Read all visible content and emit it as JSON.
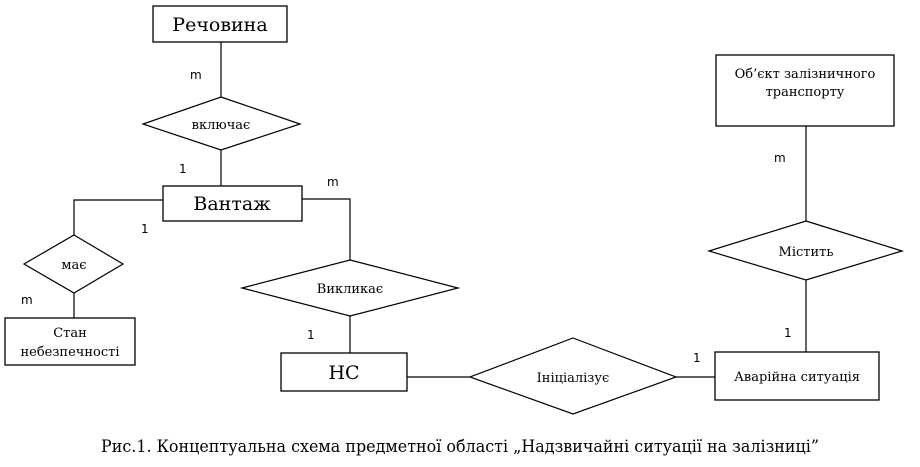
{
  "entities": {
    "rechovyna": "Речовина",
    "vantazh": "Вантаж",
    "stan_line1": "Стан",
    "stan_line2": "небезпечності",
    "ns": "НС",
    "obiekt_line1": "Об’єкт залізничного",
    "obiekt_line2": "транспорту",
    "avariina": "Аварійна ситуація"
  },
  "relationships": {
    "vkliuchaie": "включає",
    "maie": "має",
    "vyklykaie": "Викликає",
    "initsializuie": "Ініціалізує",
    "mistyt": "Містить"
  },
  "cardinalities": {
    "rechovyna_vkliuchaie": "m",
    "vkliuchaie_vantazh": "1",
    "vantazh_maie": "1",
    "maie_stan": "m",
    "vantazh_vyklykaie": "m",
    "vyklykaie_ns": "1",
    "initsializuie_avariina": "1",
    "obiekt_mistyt": "m",
    "mistyt_avariina": "1"
  },
  "caption": "Рис.1. Концептуальна схема предметної області „Надзвичайні ситуації на залізниці”"
}
